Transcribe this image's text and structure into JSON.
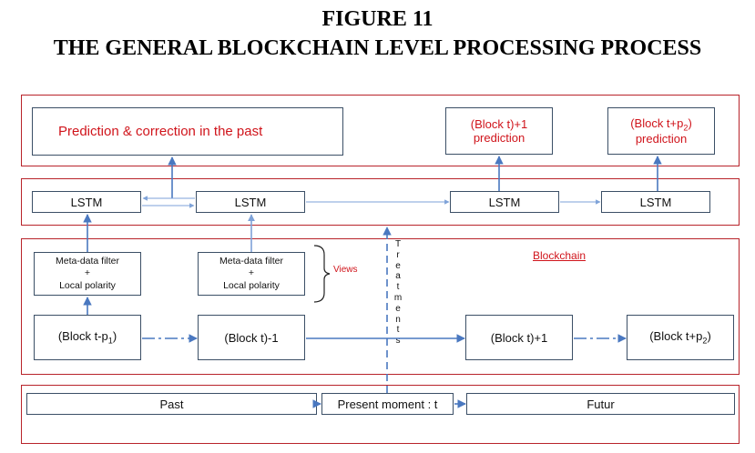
{
  "figure": {
    "number": "FIGURE 11",
    "title": "THE GENERAL BLOCKCHAIN LEVEL PROCESSING PROCESS"
  },
  "prediction_layer": {
    "past_box": "Prediction & correction in the past",
    "next_block": {
      "line1": "(Block t)+1",
      "line2": "prediction"
    },
    "far_block": {
      "line1_prefix": "(Block t+p",
      "line1_sub": "2",
      "line1_suffix": ")",
      "line2": "prediction"
    }
  },
  "lstm_layer": {
    "cells": [
      "LSTM",
      "LSTM",
      "LSTM",
      "LSTM"
    ]
  },
  "blockchain_layer": {
    "label": "Blockchain",
    "filters": [
      {
        "line1": "Meta-data filter",
        "line2": "+",
        "line3": "Local polarity"
      },
      {
        "line1": "Meta-data filter",
        "line2": "+",
        "line3": "Local polarity"
      }
    ],
    "views_label": "Views",
    "treatments_letters": [
      "T",
      "r",
      "e",
      "a",
      "t",
      "m",
      "e",
      "n",
      "t",
      "s"
    ],
    "blocks": {
      "b1": {
        "prefix": "(Block t-p",
        "sub": "1",
        "suffix": ")"
      },
      "b2": {
        "text": "(Block t)-1"
      },
      "b3": {
        "text": "(Block t)+1"
      },
      "b4": {
        "prefix": "(Block t+p",
        "sub": "2",
        "suffix": ")"
      }
    }
  },
  "timeline_layer": {
    "past": "Past",
    "present": "Present moment :  t",
    "future": "Futur"
  },
  "colors": {
    "band_border": "#b8232a",
    "box_border": "#3b4f66",
    "arrow": "#4a78c0",
    "accent_text": "#d0141b"
  }
}
